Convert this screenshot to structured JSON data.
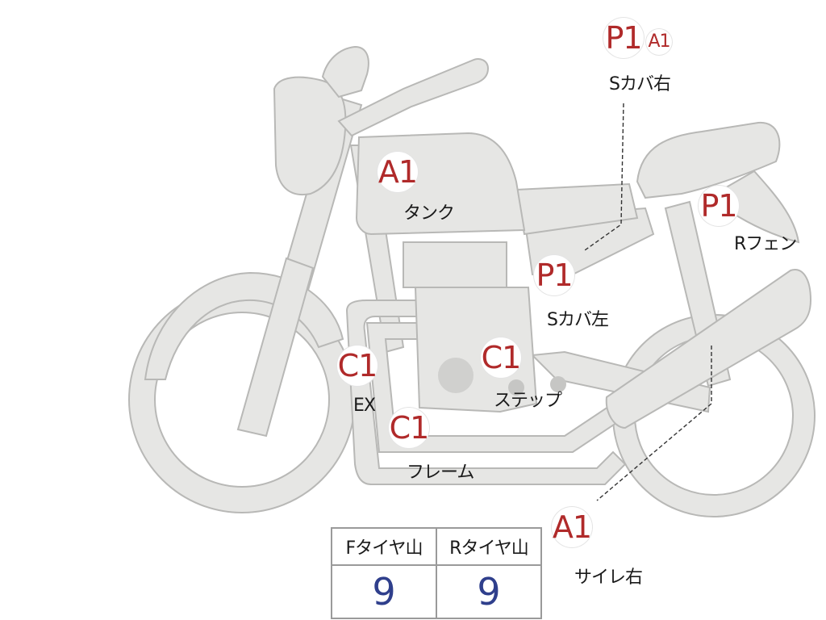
{
  "badges": {
    "p1_s_cover_right": "P1",
    "a1_s_cover_right": "A1",
    "a1_tank": "A1",
    "p1_r_fender": "P1",
    "p1_s_cover_left": "P1",
    "c1_ex": "C1",
    "c1_step": "C1",
    "c1_frame": "C1",
    "a1_silencer_right": "A1"
  },
  "labels": {
    "s_cover_right": "Sカバ右",
    "tank": "タンク",
    "r_fender": "Rフェン",
    "s_cover_left": "Sカバ左",
    "ex": "EX",
    "step": "ステップ",
    "frame": "フレーム",
    "silencer_right": "サイレ右"
  },
  "tire_table": {
    "front_label": "Fタイヤ山",
    "rear_label": "Rタイヤ山",
    "front_value": "9",
    "rear_value": "9"
  },
  "colors": {
    "badge_text": "#b02a2a",
    "value_text": "#2f3f8c",
    "part_fill": "#e6e6e4",
    "part_stroke": "#b8b8b6"
  }
}
